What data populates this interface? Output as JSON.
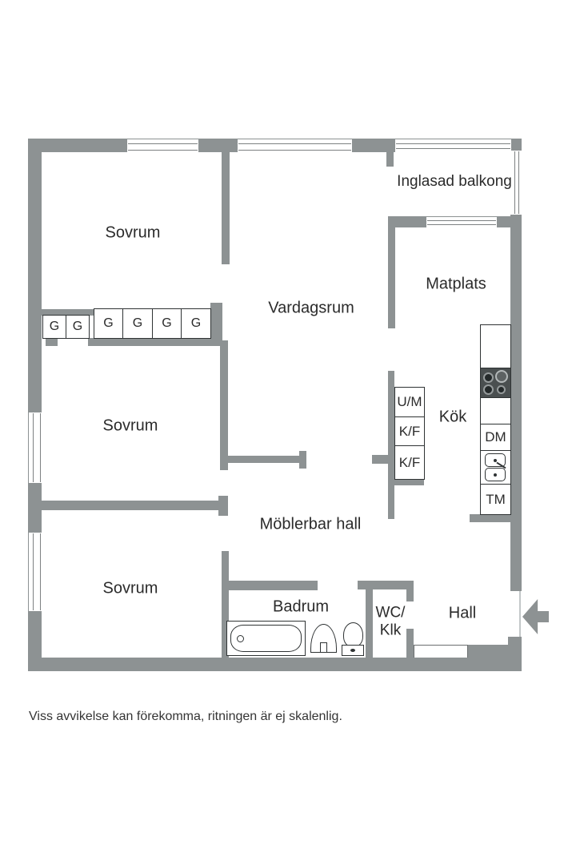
{
  "page": {
    "disclaimer": "Viss avvikelse kan förekomma, ritningen är ej skalenlig."
  },
  "colors": {
    "wall": "#8D9293",
    "outline": "#2F3334",
    "text": "#2B2B2B",
    "stove_panel": "#4A4F50"
  },
  "rooms": {
    "bedroom": "Sovrum",
    "living_room": "Vardagsrum",
    "dining": "Matplats",
    "kitchen": "Kök",
    "furnishable_hall": "Möblerbar hall",
    "bathroom": "Badrum",
    "wc_closet_line1": "WC/",
    "wc_closet_line2": "Klk",
    "hall": "Hall",
    "glazed_balcony": "Inglasad balkong"
  },
  "fixtures": {
    "wardrobe": "G",
    "oven_micro": "U/M",
    "fridge_freezer": "K/F",
    "dishwasher": "DM",
    "washing_machine": "TM"
  },
  "icons": {
    "entrance_arrow": "left-arrow"
  }
}
